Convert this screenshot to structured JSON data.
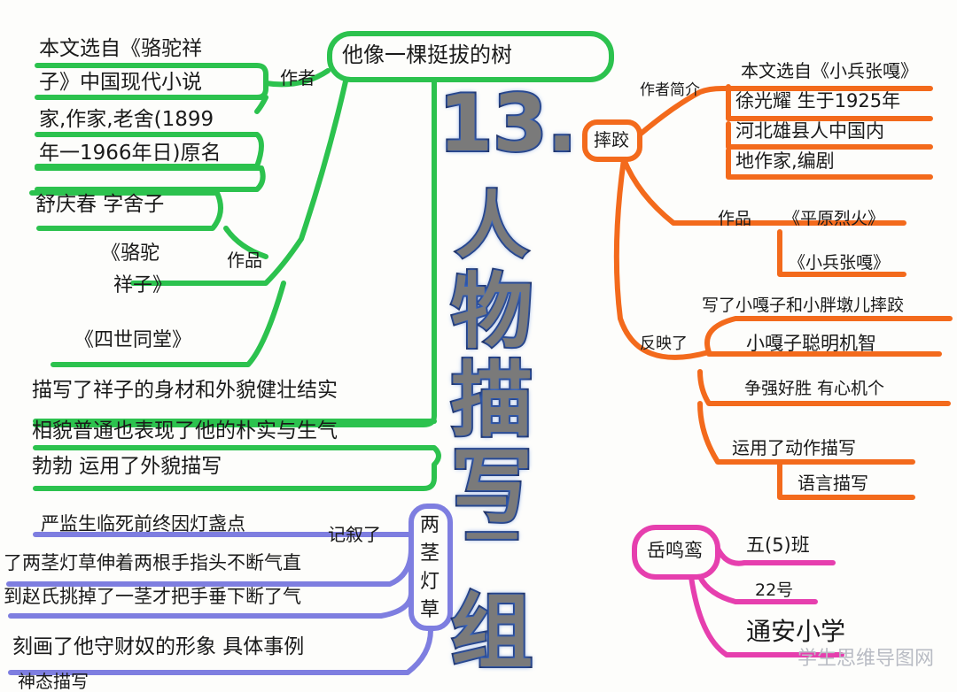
{
  "title": {
    "chars": [
      "13.",
      "人",
      "物",
      "描",
      "写",
      "一",
      "组"
    ]
  },
  "green": {
    "center": "他像一棵挺拔的树",
    "author_label": "作者",
    "author_lines": [
      "本文选自《骆驼祥",
      "子》中国现代小说",
      "家,作家,老舍(1899",
      "年一1966年日)原名",
      "舒庆春  字舍子"
    ],
    "works_label": "作品",
    "works_a": [
      "《骆驼",
      "祥子》"
    ],
    "works_b": "《四世同堂》",
    "desc_lines": [
      "描写了祥子的身材和外貌健壮结实",
      "相貌普通也表现了他的朴实与生气",
      "勃勃 运用了外貌描写"
    ]
  },
  "blue": {
    "label": "两茎灯草",
    "line1": "严监生临死前终因灯盏点",
    "line1b": "记叙了",
    "lines": [
      "了两茎灯草伸着两根手指头不断气直",
      "到赵氏挑掉了一茎才把手垂下断了气",
      "刻画了他守财奴的形象 具体事例",
      "神态描写"
    ]
  },
  "orange": {
    "center": "摔跤",
    "author_intro_label": "作者简介",
    "author_intro": [
      "本文选自《小兵张嘎》",
      "徐光耀  生于1925年",
      "河北雄县人中国内",
      "地作家,编剧"
    ],
    "works_label": "作品",
    "works": [
      "《平原烈火》",
      "《小兵张嘎》"
    ],
    "reflect_label": "反映了",
    "reflect_head": "写了小嘎子和小胖墩儿摔跤",
    "reflect_items": [
      "小嘎子聪明机智",
      "争强好胜 有心机个",
      "运用了动作描写",
      "语言描写"
    ]
  },
  "pink": {
    "center": "岳鸣鸾",
    "items": [
      "五(5)班",
      "22号",
      "通安小学"
    ]
  },
  "watermark": "学生思维导图网",
  "colors": {
    "green": "#2cc24e",
    "orange": "#f36a1c",
    "blue": "#7e7ee0",
    "pink": "#e63fae",
    "title_glow": "#3b6fd6"
  }
}
